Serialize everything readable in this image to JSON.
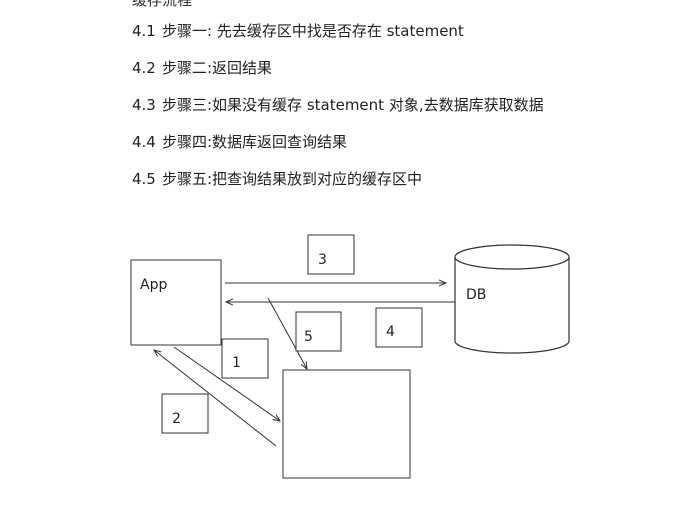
{
  "top_fragment": "缓存流程",
  "steps": [
    {
      "num": "4.1",
      "text": "步骤一: 先去缓存区中找是否存在 statement"
    },
    {
      "num": "4.2",
      "text": "步骤二:返回结果"
    },
    {
      "num": "4.3",
      "text": "步骤三:如果没有缓存 statement 对象,去数据库获取数据"
    },
    {
      "num": "4.4",
      "text": "步骤四:数据库返回查询结果"
    },
    {
      "num": "4.5",
      "text": "步骤五:把查询结果放到对应的缓存区中"
    }
  ],
  "diagram": {
    "app_label": "App",
    "db_label": "DB",
    "markers": [
      "1",
      "2",
      "3",
      "4",
      "5"
    ]
  }
}
